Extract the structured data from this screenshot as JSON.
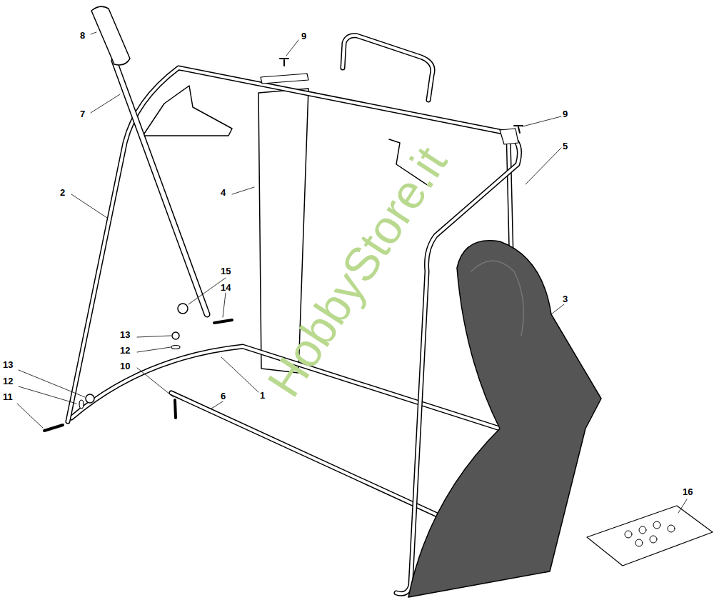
{
  "diagram": {
    "labels": [
      "8",
      "9",
      "7",
      "9",
      "5",
      "2",
      "4",
      "15",
      "14",
      "13",
      "12",
      "10",
      "3",
      "13",
      "12",
      "11",
      "6",
      "1",
      "16",
      "HobbyStore.it"
    ]
  }
}
